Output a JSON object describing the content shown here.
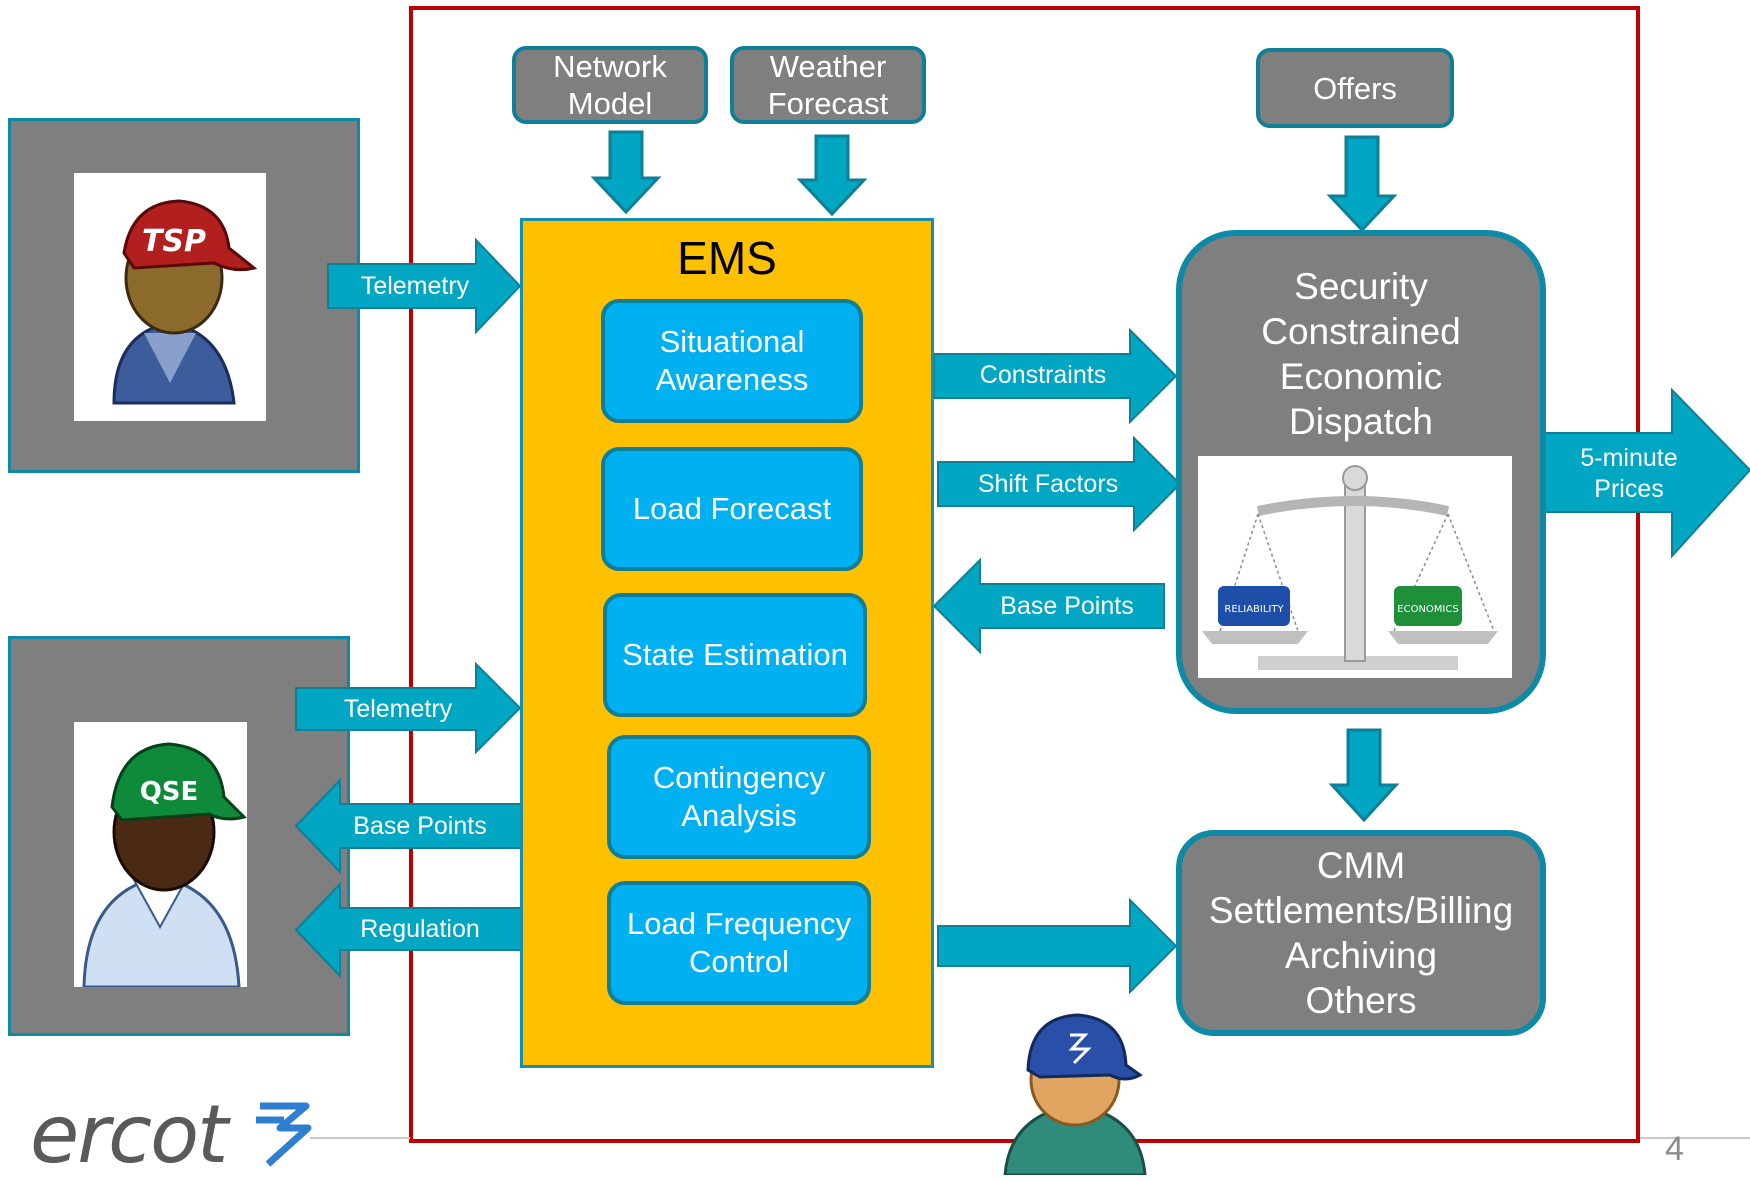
{
  "slide_number": "4",
  "logo_text": "ercot",
  "inputs": {
    "network_model": "Network Model",
    "weather_forecast": "Weather Forecast",
    "offers": "Offers"
  },
  "ems": {
    "title": "EMS",
    "modules": [
      "Situational Awareness",
      "Load Forecast",
      "State Estimation",
      "Contingency Analysis",
      "Load Frequency Control"
    ]
  },
  "sced": {
    "title": "Security Constrained Economic Dispatch",
    "scale_left": "RELIABILITY",
    "scale_right": "ECONOMICS"
  },
  "cmm": {
    "lines": [
      "CMM",
      "Settlements/Billing",
      "Archiving",
      "Others"
    ]
  },
  "arrows": {
    "tsp_telemetry": "Telemetry",
    "qse_telemetry": "Telemetry",
    "qse_base_points": "Base Points",
    "qse_regulation": "Regulation",
    "constraints": "Constraints",
    "shift_factors": "Shift Factors",
    "base_points": "Base Points",
    "prices": "5-minute Prices"
  },
  "actors": {
    "tsp_cap": "TSP",
    "qse_cap": "QSE"
  },
  "colors": {
    "arrow": "#00a6c2",
    "frame": "#c00000",
    "ems": "#ffc000",
    "module": "#00b0f0",
    "box_gray": "#7f7f7f"
  }
}
